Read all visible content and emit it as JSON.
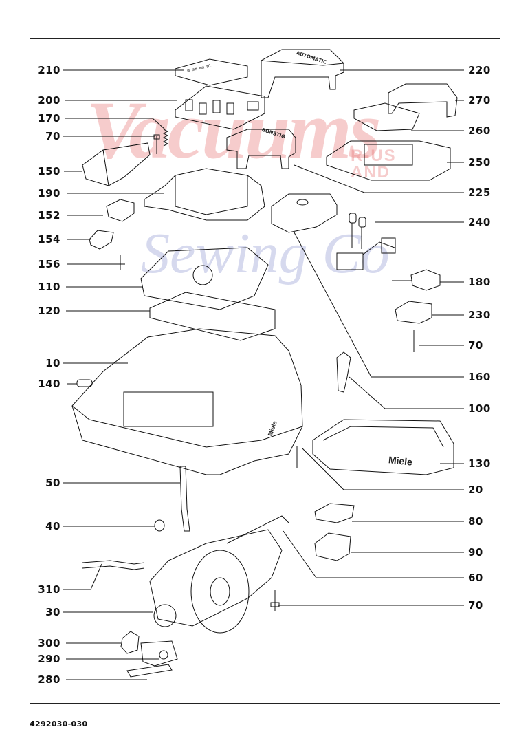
{
  "document_number": "4292030-030",
  "watermark": {
    "line1": "Vacuums",
    "line2": "Sewing Co",
    "line3": "R-US AND"
  },
  "colors": {
    "ink": "#111111",
    "watermark_red": "#e66e6e",
    "watermark_blue": "#7882c8"
  },
  "part_labels": {
    "left": [
      "210",
      "200",
      "170",
      "70",
      "150",
      "190",
      "152",
      "154",
      "156",
      "110",
      "120",
      "10",
      "140",
      "50",
      "40",
      "310",
      "30",
      "300",
      "290",
      "280"
    ],
    "right": [
      "220",
      "270",
      "260",
      "250",
      "225",
      "240",
      "180",
      "230",
      "70",
      "160",
      "100",
      "130",
      "20",
      "80",
      "90",
      "60",
      "70"
    ]
  },
  "part_markings": {
    "cover_210": "m mm mm Ml",
    "housing_220": "AUTOMATIC",
    "housing_225": "BONSTIG",
    "filter_130": "Miele",
    "body_10": "Miele"
  }
}
